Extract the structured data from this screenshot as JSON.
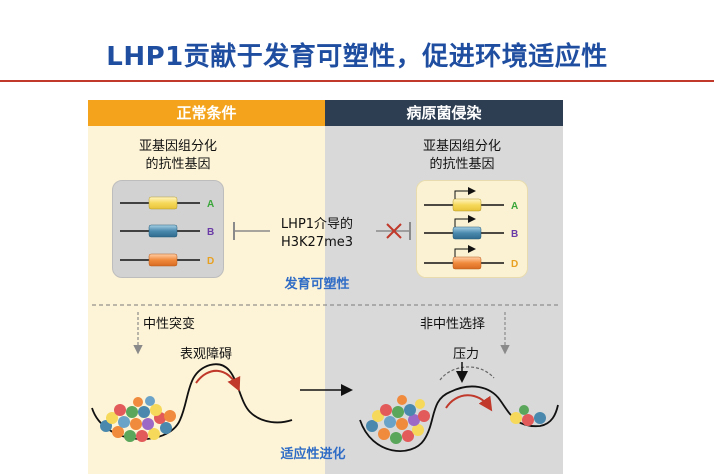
{
  "title": "LHP1贡献于发育可塑性，促进环境适应性",
  "left_header": "正常条件",
  "right_header": "病原菌侵染",
  "left_subgenome_label": [
    "亚基因组分化",
    "的抗性基因"
  ],
  "right_subgenome_label": [
    "亚基因组分化",
    "的抗性基因"
  ],
  "center_label": [
    "LHP1介导的",
    "H3K27me3"
  ],
  "gene_labels": [
    "A",
    "B",
    "D"
  ],
  "developmental_plasticity": "发育可塑性",
  "neutral_mutation": "中性突变",
  "phenotypic_barrier": "表观障碍",
  "non_neutral_selection": "非中性选择",
  "pressure": "压力",
  "adaptive_evolution": "适应性进化",
  "colors": {
    "title": "#1f4ea1",
    "left_header": "#f4a41c",
    "right_header": "#2e3e52",
    "gene_A": "#f6e07a",
    "gene_B": "#4a89ad",
    "gene_D": "#f08a3c",
    "label_A": "#3aa63a",
    "label_B": "#6a3aa6",
    "label_D": "#e8a020",
    "accent_blue": "#2f6cc6",
    "arrow_red": "#c0392b"
  }
}
